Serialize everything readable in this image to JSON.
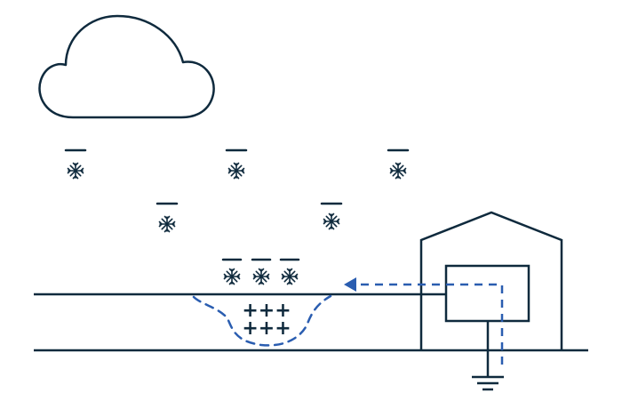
{
  "colors": {
    "line": "#0f2a3d",
    "flow": "#2a5db0",
    "background": "#ffffff"
  },
  "icons": {
    "cloud": "cloud-icon",
    "snowflake": "snowflake-icon",
    "negative_charge": "minus-sign",
    "building": "house-outline",
    "device": "box",
    "ground": "ground-symbol",
    "flow_arrow": "arrow-left"
  },
  "charges": {
    "positive_rows": [
      "+++",
      "+++"
    ]
  }
}
